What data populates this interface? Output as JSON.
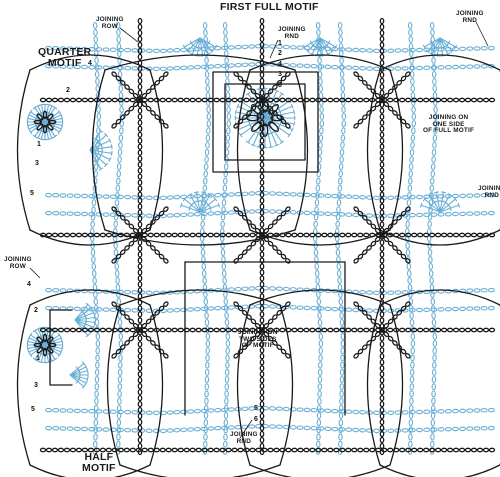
{
  "labels": {
    "first_full_motif": "FIRST FULL MOTIF",
    "quarter_motif": "QUARTER\nMOTIF",
    "half_motif": "HALF\nMOTIF",
    "joining_row_top": "JOINING\nROW",
    "joining_row_left": "JOINING\nROW",
    "joining_rnd_top_center": "JOINING\nRND",
    "joining_rnd_top_right": "JOINING\nRND",
    "joining_rnd_right": "JOINING\nRND",
    "joining_rnd_bottom": "JOINING\nRND",
    "joining_one_side": "JOINING ON\nONE SIDE\nOF FULL MOTIF",
    "joining_two_sides": "JOINING ON\nTWO SIDES\nOF MOTIF"
  },
  "round_numbers": {
    "quarter_r1": "1",
    "quarter_r2": "2",
    "quarter_r3": "3",
    "quarter_r4": "4",
    "quarter_r5": "5",
    "full_r1": "1",
    "full_r2": "2",
    "full_r3": "3",
    "full_r4": "4",
    "full_r5": "5",
    "half_r1": "1",
    "half_r2": "2",
    "half_r3": "3",
    "half_r4": "4",
    "half_r5": "5",
    "joined_r5": "5",
    "joined_r6": "6"
  },
  "colors": {
    "blue": "#6aaed6",
    "black": "#1a1a1a"
  }
}
